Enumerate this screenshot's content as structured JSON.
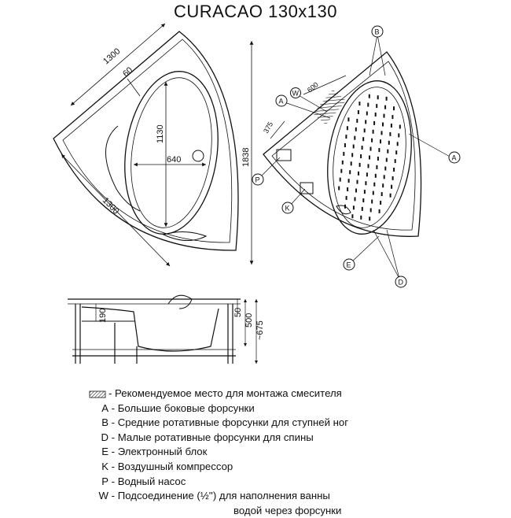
{
  "title": "CURACAO 130x130",
  "plan_dims": {
    "side_top": "1300",
    "rim": "60",
    "bowl_length": "1130",
    "bowl_width": "640",
    "side_bottom": "1300",
    "diagonal": "1838"
  },
  "jets_dims": {
    "mixer_offset": "600",
    "mixer_side": "375"
  },
  "side_dims": {
    "seat": "190",
    "rim_height": "50",
    "depth": "500",
    "total_height": "~675"
  },
  "markers": {
    "A": "A",
    "B": "B",
    "D": "D",
    "E": "E",
    "K": "K",
    "P": "P",
    "W": "W"
  },
  "legend": [
    {
      "key": "",
      "text": "- Рекомендуемое место для монтажа смесителя"
    },
    {
      "key": "A",
      "text": "- Большие боковые форсунки"
    },
    {
      "key": "B",
      "text": "- Средние ротативные форсунки для ступней ног"
    },
    {
      "key": "D",
      "text": "- Малые ротативные форсунки для спины"
    },
    {
      "key": "E",
      "text": "- Электронный блок"
    },
    {
      "key": "K",
      "text": "- Воздушный компрессор"
    },
    {
      "key": "P",
      "text": "- Водный насос"
    },
    {
      "key": "W",
      "text": "- Подсоединение (½'') для наполнения ванны"
    }
  ],
  "legend_continuation": "водой через форсунки"
}
